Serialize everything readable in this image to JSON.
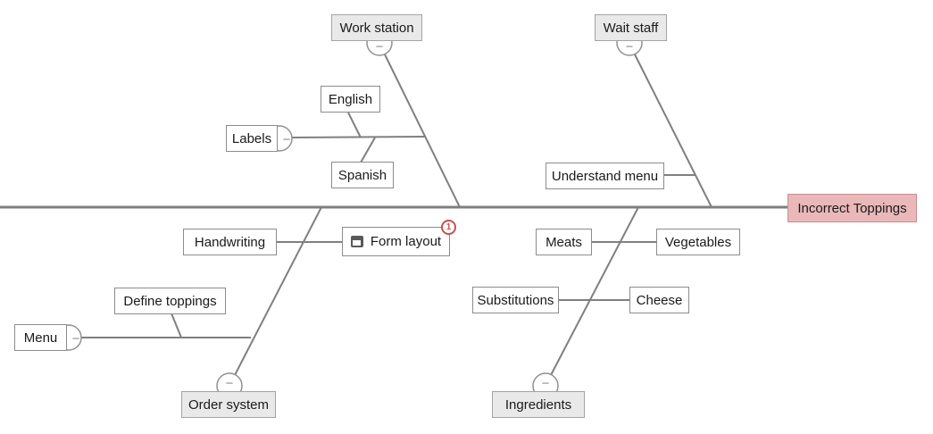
{
  "nodes": {
    "problem": "Incorrect Toppings",
    "work_station": "Work station",
    "wait_staff": "Wait staff",
    "order_system": "Order system",
    "ingredients": "Ingredients",
    "labels": "Labels",
    "english": "English",
    "spanish": "Spanish",
    "understand_menu": "Understand menu",
    "handwriting": "Handwriting",
    "form_layout": "Form layout",
    "meats": "Meats",
    "vegetables": "Vegetables",
    "substitutions": "Substitutions",
    "cheese": "Cheese",
    "define_toppings": "Define toppings",
    "menu": "Menu"
  },
  "badge": {
    "form_layout_count": "1"
  },
  "toggle_glyph": "–",
  "icons": {
    "form_layout_icon": "form-icon",
    "collapse_icon": "minus-in-circle"
  },
  "colors": {
    "line": "#7f7f7f",
    "cause_border": "#8c8c8c",
    "category_fill": "#e9e9e9",
    "category_border": "#a3a3a3",
    "problem_fill": "#eab8b8",
    "problem_border": "#c88f8f",
    "badge_accent": "#c9504e",
    "icon_gray": "#595959"
  }
}
